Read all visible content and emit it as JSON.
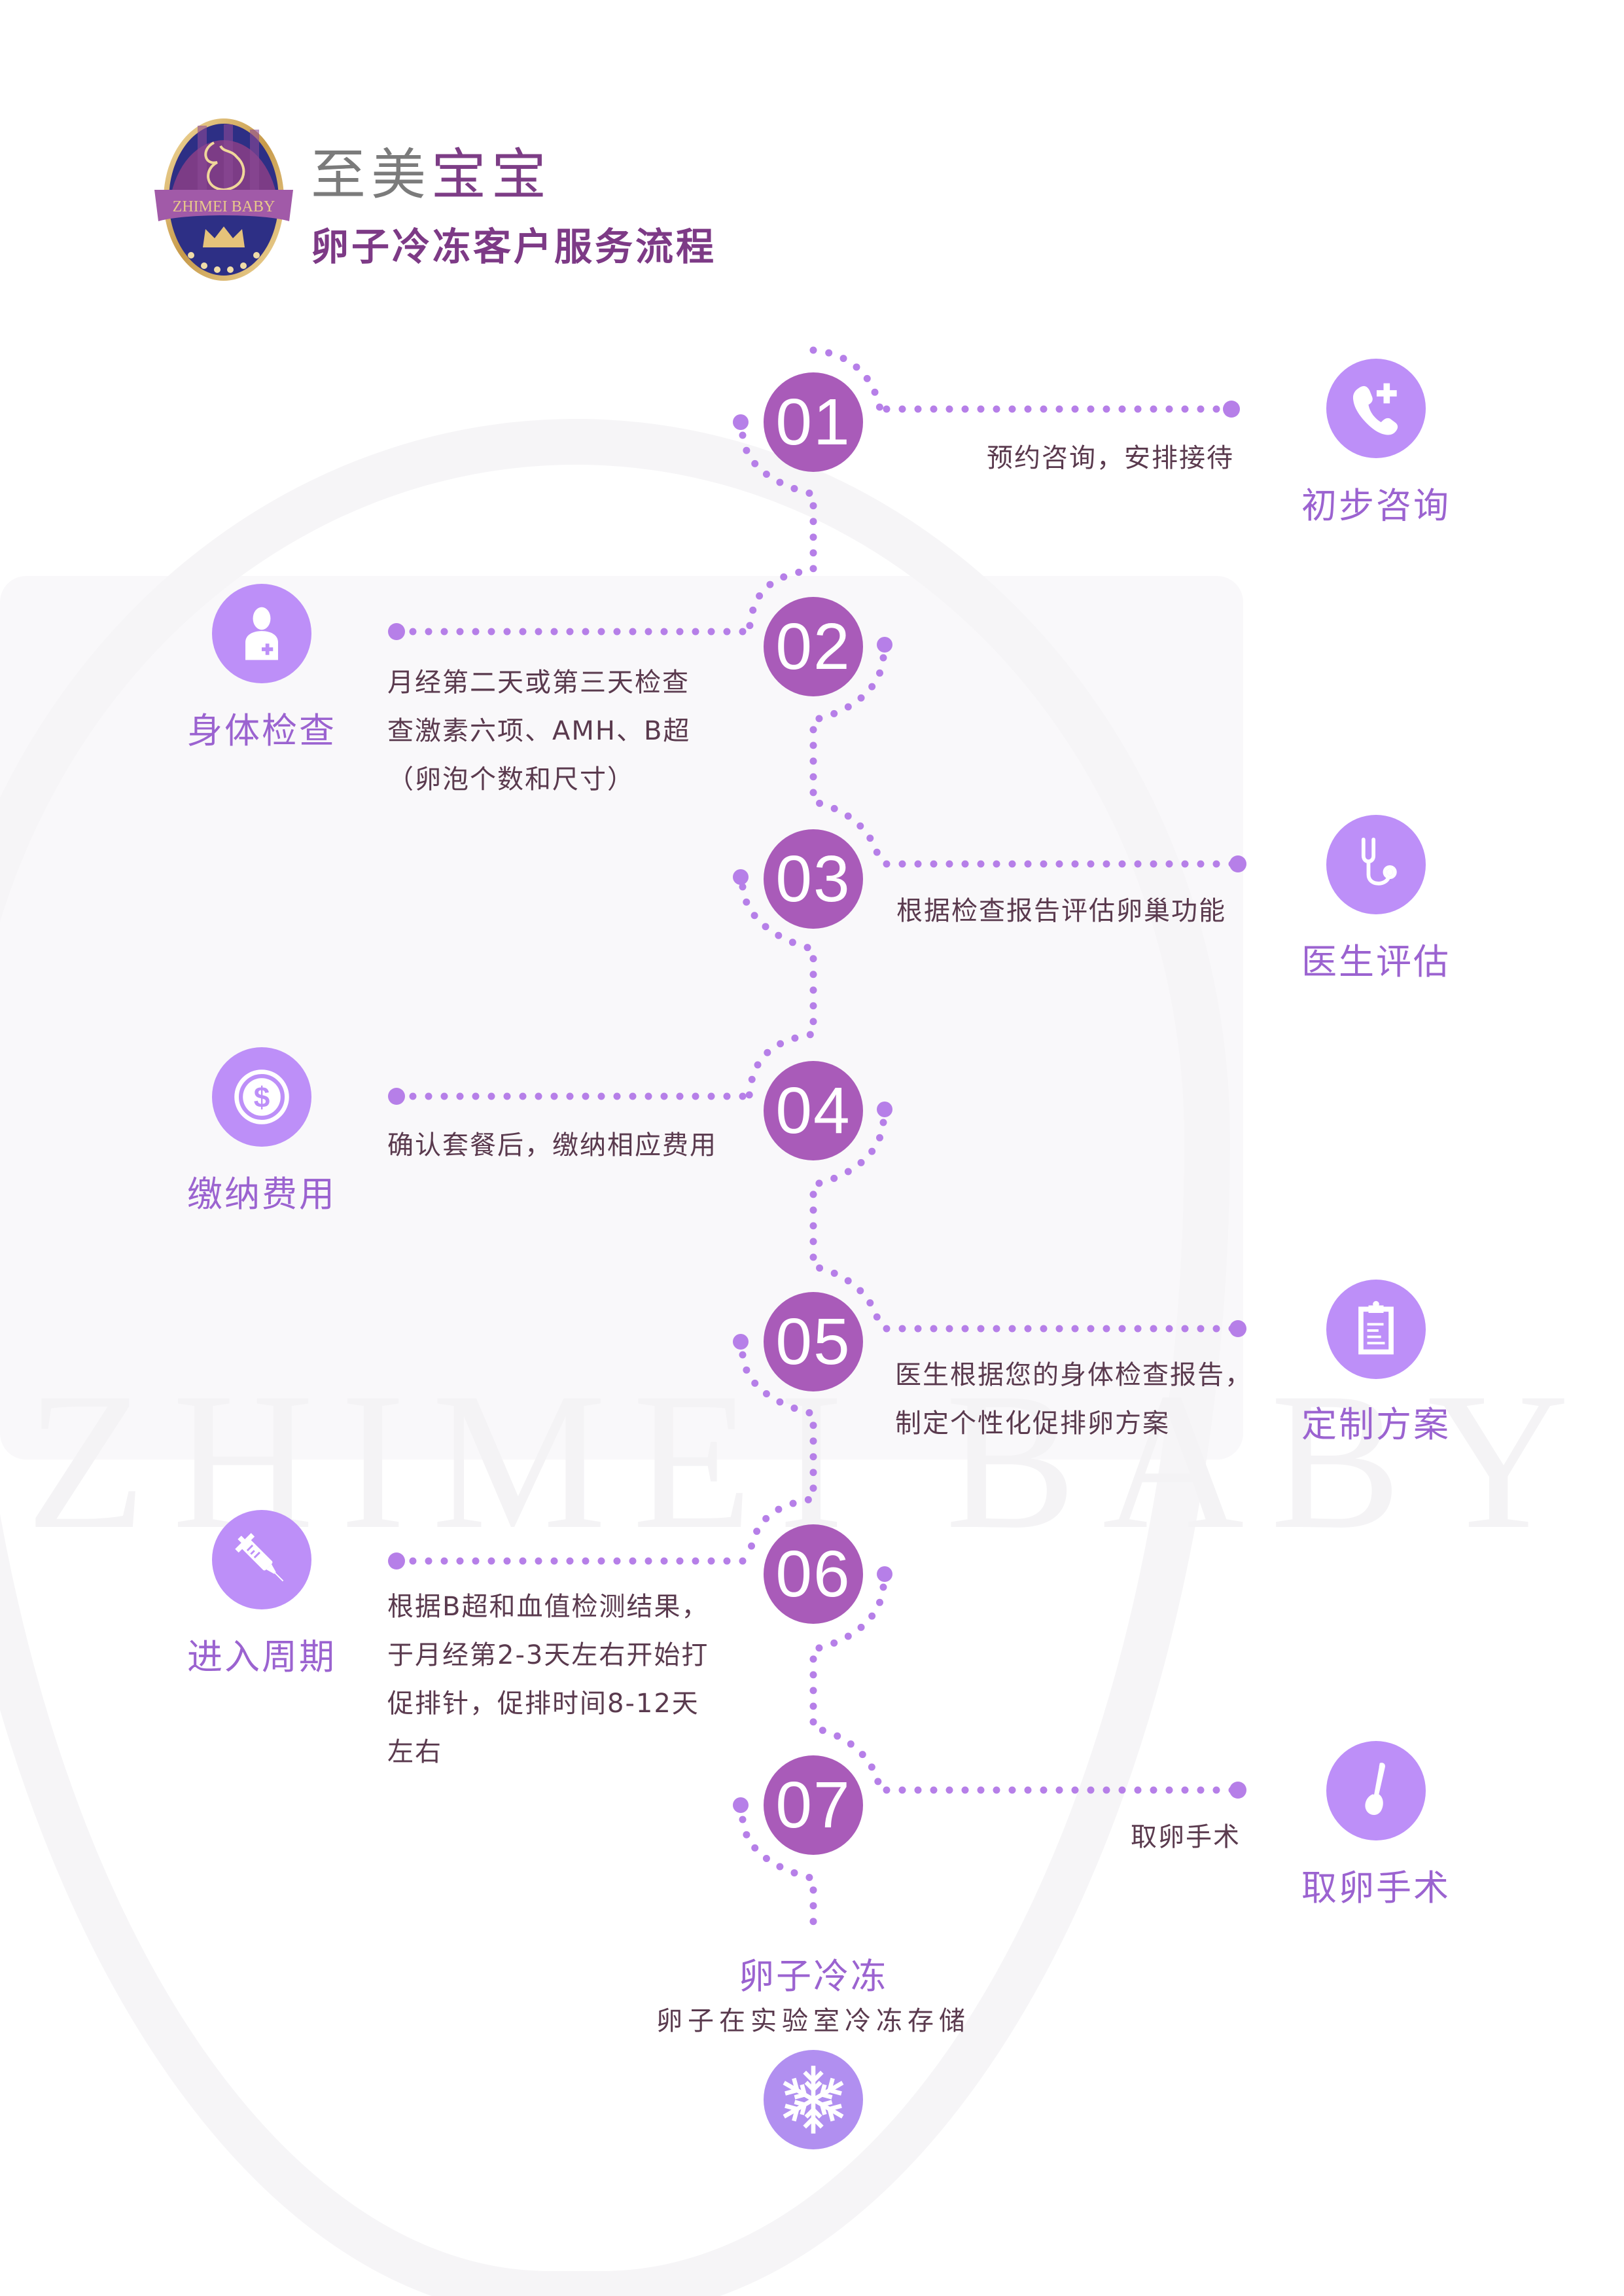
{
  "header": {
    "logo_text": "ZHIMEI BABY",
    "brand_part1": "至美",
    "brand_part2": "宝宝",
    "subtitle": "卵子冷冻客户服务流程"
  },
  "watermark": {
    "text": "ZHIMEI BABY"
  },
  "colors": {
    "number_circle": "#a95bb9",
    "icon_circle": "#bd8ff8",
    "dots": "#b67fe8",
    "label": "#9b63d0",
    "description": "#5a3a4e",
    "title": "#7d3a86"
  },
  "steps": [
    {
      "number": "01",
      "side": "right",
      "label": "初步咨询",
      "icon": "phone-plus-icon",
      "description": [
        "预约咨询，安排接待"
      ]
    },
    {
      "number": "02",
      "side": "left",
      "label": "身体检查",
      "icon": "nurse-icon",
      "description": [
        "月经第二天或第三天检查",
        "查激素六项、AMH、B超",
        "（卵泡个数和尺寸）"
      ]
    },
    {
      "number": "03",
      "side": "right",
      "label": "医生评估",
      "icon": "stethoscope-icon",
      "description": [
        "根据检查报告评估卵巢功能"
      ]
    },
    {
      "number": "04",
      "side": "left",
      "label": "缴纳费用",
      "icon": "dollar-coin-icon",
      "description": [
        "确认套餐后，缴纳相应费用"
      ]
    },
    {
      "number": "05",
      "side": "right",
      "label": "定制方案",
      "icon": "clipboard-icon",
      "description": [
        "医生根据您的身体检查报告，",
        "制定个性化促排卵方案"
      ]
    },
    {
      "number": "06",
      "side": "left",
      "label": "进入周期",
      "icon": "syringe-icon",
      "description": [
        "根据B超和血值检测结果，",
        "于月经第2-3天左右开始打",
        "促排针，促排时间8-12天",
        "左右"
      ]
    },
    {
      "number": "07",
      "side": "right",
      "label": "取卵手术",
      "icon": "surgery-probe-icon",
      "description": [
        "取卵手术"
      ]
    }
  ],
  "final": {
    "title": "卵子冷冻",
    "description": "卵子在实验室冷冻存储",
    "icon": "snowflake-icon"
  }
}
